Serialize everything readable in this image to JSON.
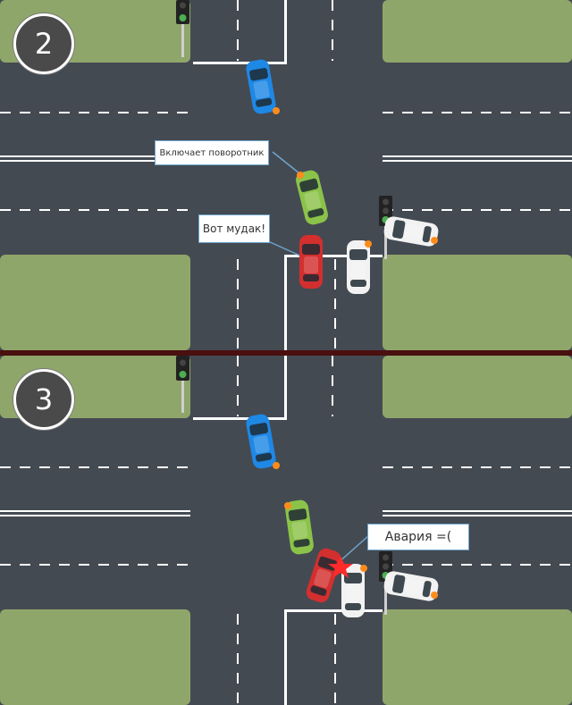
{
  "panels": [
    {
      "step": "2",
      "callouts": [
        {
          "text": "Включает поворотник"
        },
        {
          "text": "Вот мудак!"
        }
      ]
    },
    {
      "step": "3",
      "callouts": [
        {
          "text": "Авария =("
        }
      ]
    }
  ],
  "colors": {
    "asphalt": "#444a52",
    "grass": "#8fa66a",
    "lane_marking": "#ffffff",
    "divider": "#4a0f0f",
    "blue_car": "#1e88e5",
    "green_car": "#8bc34a",
    "red_car": "#d32f2f",
    "white_car": "#f2f2f2",
    "turn_signal": "#ff8c1a",
    "traffic_light_green": "#4caf50"
  }
}
